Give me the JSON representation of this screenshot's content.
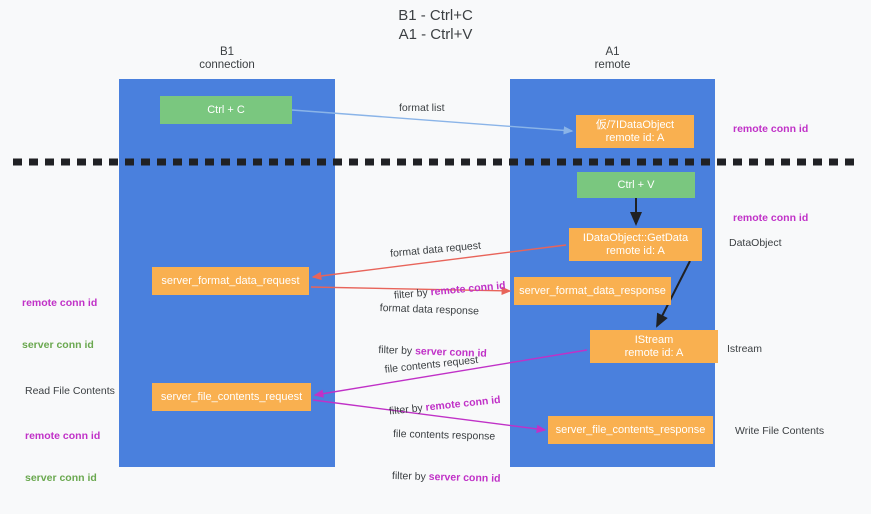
{
  "title": "B1 - Ctrl+C\nA1 - Ctrl+V",
  "columns": {
    "left": {
      "header": "B1\nconnection",
      "accent": "#4a80dd"
    },
    "right": {
      "header": "A1\nremote",
      "accent": "#4a80dd"
    }
  },
  "colors": {
    "band": "#4a80dd",
    "green_node": "#7ac77f",
    "orange_node": "#f9b050",
    "blue_arrow": "#8ab4e8",
    "red_arrow": "#e8645a",
    "magenta_arrow": "#c031c7",
    "black_arrow": "#202124",
    "magenta_text": "#c031c7",
    "green_text": "#6aa84f",
    "divider": "#202124",
    "page_bg": "#f8f9fa"
  },
  "nodes": {
    "ctrl_c": "Ctrl + C",
    "virtual_dataobject": "仮/7IDataObject\nremote id: A",
    "ctrl_v": "Ctrl + V",
    "getdata": "IDataObject::GetData\nremote id: A",
    "server_format_data_request": "server_format_data_request",
    "server_format_data_response": "server_format_data_response",
    "istream": "IStream\nremote id: A",
    "server_file_contents_request": "server_file_contents_request",
    "server_file_contents_response": "server_file_contents_response"
  },
  "arrow_labels": {
    "format_list": "format list",
    "format_data_request": {
      "line1": "format data request",
      "line2_prefix": "filter by ",
      "line2_key": "remote conn id"
    },
    "format_data_response": {
      "line1": "format data response",
      "line2_prefix": "filter by ",
      "line2_key": "server conn id"
    },
    "file_contents_request": {
      "line1": "file contents request",
      "line2_prefix": "filter by ",
      "line2_key": "remote conn id"
    },
    "file_contents_response": {
      "line1": "file contents response",
      "line2_prefix": "filter by ",
      "line2_key": "server conn id"
    }
  },
  "side_labels": {
    "right_remote_conn_id_top": "remote conn id",
    "right_remote_conn_id_mid": "remote conn id",
    "dataobject": "DataObject",
    "istream": "Istream",
    "write_file_contents": "Write File Contents",
    "left_remote_conn_id": "remote conn id",
    "left_server_conn_id": "server conn id",
    "read_file_contents": "Read File Contents",
    "left_remote_conn_id_2": "remote conn id",
    "left_server_conn_id_2": "server conn id"
  }
}
